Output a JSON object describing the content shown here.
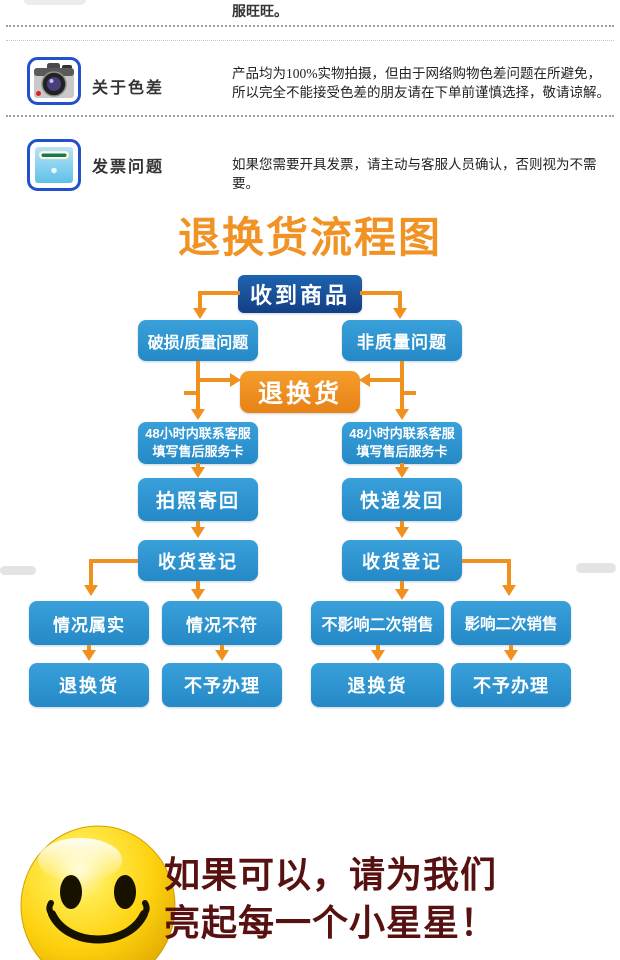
{
  "colors": {
    "accent_orange": "#f0901e",
    "flow_blue": "#2b93d2",
    "flow_dark_blue": "#17549e",
    "title_orange": "#f09224",
    "footer_maroon": "#571111",
    "icon_border_blue": "#2351cc",
    "smiley_yellow": "#fdd10e"
  },
  "top": {
    "partial_text": "服旺旺。"
  },
  "sections": [
    {
      "icon": "camera-icon",
      "label": "关于色差",
      "lines": [
        "产品均为100%实物拍摄，但由于网络购物色差问题在所避免，",
        "所以完全不能接受色差的朋友请在下单前谨慎选择，敬请谅解。"
      ]
    },
    {
      "icon": "invoice-icon",
      "label": "发票问题",
      "lines": [
        "如果您需要开具发票，请主动与客服人员确认，否则视为不需要。"
      ]
    }
  ],
  "flowchart": {
    "title": "退换货流程图",
    "nodes": {
      "receive": "收到商品",
      "damage": "破损/质量问题",
      "non_quality": "非质量问题",
      "exchange": "退换货",
      "contact_line1": "48小时内联系客服",
      "contact_line2": "填写售后服务卡",
      "photo_return": "拍照寄回",
      "express_return": "快递发回",
      "register": "收货登记",
      "case_true": "情况属实",
      "case_mismatch": "情况不符",
      "no_affect_resale": "不影响二次销售",
      "affect_resale": "影响二次销售",
      "result_exchange": "退换货",
      "result_reject": "不予办理"
    },
    "edges": [
      {
        "from": "receive",
        "to": "damage"
      },
      {
        "from": "receive",
        "to": "non_quality"
      },
      {
        "from": "damage",
        "to": "exchange"
      },
      {
        "from": "non_quality",
        "to": "exchange"
      },
      {
        "from": "damage",
        "to": "contact_left"
      },
      {
        "from": "non_quality",
        "to": "contact_right"
      },
      {
        "from": "contact_left",
        "to": "photo_return"
      },
      {
        "from": "contact_right",
        "to": "express_return"
      },
      {
        "from": "photo_return",
        "to": "register_left"
      },
      {
        "from": "express_return",
        "to": "register_right"
      },
      {
        "from": "register_left",
        "to": "case_true"
      },
      {
        "from": "register_left",
        "to": "case_mismatch"
      },
      {
        "from": "register_right",
        "to": "no_affect_resale"
      },
      {
        "from": "register_right",
        "to": "affect_resale"
      },
      {
        "from": "case_true",
        "to": "result_exchange"
      },
      {
        "from": "case_mismatch",
        "to": "result_reject"
      },
      {
        "from": "no_affect_resale",
        "to": "result_exchange"
      },
      {
        "from": "affect_resale",
        "to": "result_reject"
      }
    ]
  },
  "footer": {
    "icon": "smiley-icon",
    "line1": "如果可以，请为我们",
    "line2": "亮起每一个小星星！"
  }
}
